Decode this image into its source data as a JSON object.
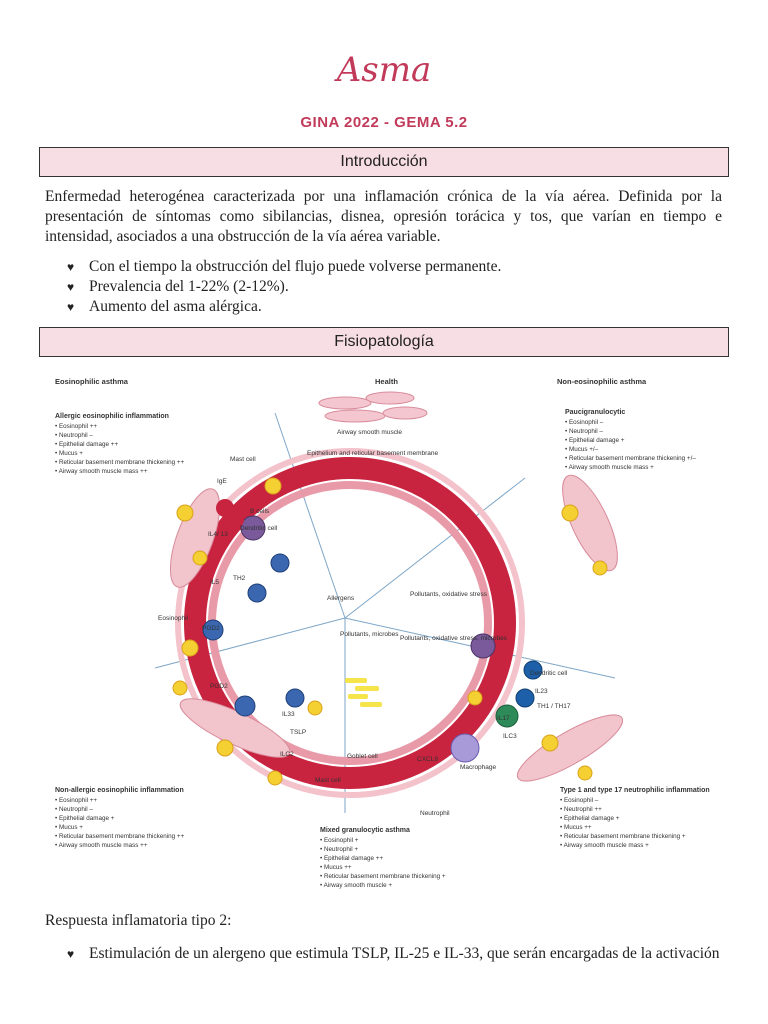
{
  "header": {
    "title": "Asma",
    "subtitle": "GINA 2022 - GEMA 5.2"
  },
  "sections": {
    "intro_title": "Introducción",
    "fisio_title": "Fisiopatología"
  },
  "intro": {
    "paragraph": "Enfermedad heterogénea caracterizada por una inflamación crónica de la vía aérea. Definida por la presentación de síntomas como sibilancias, disnea, opresión torácica y tos, que varían en tiempo e intensidad, asociados a una obstrucción de la vía aérea variable.",
    "bullets": [
      "Con el tiempo la obstrucción del flujo puede volverse permanente.",
      "Prevalencia del 1-22% (2-12%).",
      "Aumento del asma alérgica."
    ]
  },
  "figure": {
    "top_left_heading": "Eosinophilic asthma",
    "top_center_heading": "Health",
    "top_right_heading": "Non-eosinophilic asthma",
    "allergic_title": "Allergic eosinophilic inflammation",
    "allergic_items": [
      "• Eosinophil ++",
      "• Neutrophil –",
      "• Epithelial damage ++",
      "• Mucus +",
      "• Reticular basement membrane thickening ++",
      "• Airway smooth muscle mass ++"
    ],
    "pauci_title": "Paucigranulocytic",
    "pauci_items": [
      "• Eosinophil –",
      "• Neutrophil –",
      "• Epithelial damage +",
      "• Mucus +/–",
      "• Reticular basement membrane thickening +/–",
      "• Airway smooth muscle mass +"
    ],
    "nonallergic_title": "Non-allergic eosinophilic inflammation",
    "nonallergic_items": [
      "• Eosinophil ++",
      "• Neutrophil –",
      "• Epithelial damage +",
      "• Mucus +",
      "• Reticular basement membrane thickening ++",
      "• Airway smooth muscle mass ++"
    ],
    "mixed_title": "Mixed granulocytic asthma",
    "mixed_items": [
      "• Eosinophil +",
      "• Neutrophil +",
      "• Epithelial damage ++",
      "• Mucus ++",
      "• Reticular basement membrane thickening +",
      "• Airway smooth muscle +"
    ],
    "type1_title": "Type 1 and type 17 neutrophilic inflammation",
    "type1_items": [
      "• Eosinophil –",
      "• Neutrophil ++",
      "• Epithelial damage +",
      "• Mucus ++",
      "• Reticular basement membrane thickening +",
      "• Airway smooth muscle mass +"
    ],
    "labels": {
      "airway_smooth_muscle": "Airway smooth muscle",
      "epithelium": "Epithelium and reticular basement membrane",
      "allergens": "Allergens",
      "pollutants_oxidative": "Pollutants, oxidative stress",
      "pollutants_microbes": "Pollutants, microbes",
      "pollutants_oxidative_microbes": "Pollutants, oxidative stress, microbes",
      "mast_cell": "Mast cell",
      "ige": "IgE",
      "b_cells": "B cells",
      "dendritic": "Dendritic cell",
      "il4": "IL4/ 13",
      "th2": "TH2",
      "il5": "IL5",
      "eosinophil": "Eosinophil",
      "pgd2": "PGD2",
      "il33": "IL33",
      "tslp": "TSLP",
      "ilc2": "ILC2",
      "goblet": "Goblet cell",
      "il23": "IL23",
      "th1": "TH1 / TH17",
      "il17": "IL17",
      "ilc3": "ILC3",
      "cxcl8": "CXCL8",
      "macrophage": "Macrophage",
      "neutrophil": "Neutrophil"
    }
  },
  "response": {
    "heading": "Respuesta inflamatoria tipo 2:",
    "bullets": [
      "Estimulación de un alergeno que estimula TSLP, IL-25 e IL-33, que serán encargadas de la activación"
    ]
  },
  "colors": {
    "accent": "#c23a5a",
    "section_bg": "#f7dde4",
    "tissue": "#c8233f"
  }
}
